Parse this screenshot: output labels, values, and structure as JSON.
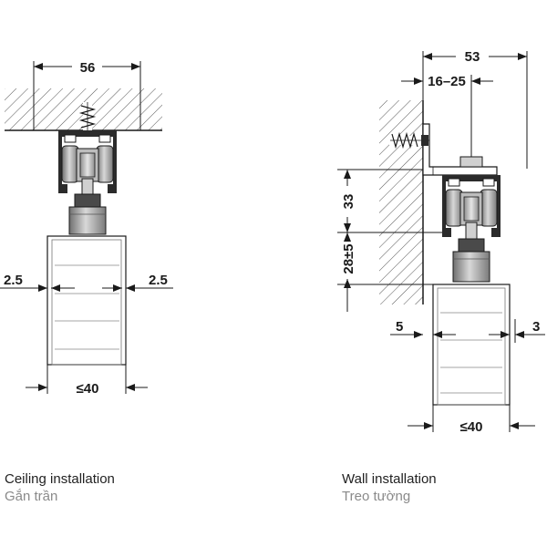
{
  "ceiling": {
    "dim_width": "56",
    "dim_gap_left": "2.5",
    "dim_gap_right": "2.5",
    "dim_door": "≤40",
    "caption_en": "Ceiling installation",
    "caption_vi": "Gắn trần"
  },
  "wall": {
    "dim_total": "53",
    "dim_offset": "16–25",
    "dim_upper": "33",
    "dim_lower": "28±5",
    "dim_gap_left": "5",
    "dim_gap_right": "3",
    "dim_door": "≤40",
    "caption_en": "Wall installation",
    "caption_vi": "Treo tường"
  },
  "colors": {
    "line": "#1a1a1a",
    "hatch": "#555555",
    "profile_dark": "#2b2b2b",
    "roller_grey": "#9a9a9a",
    "caption_primary": "#222222",
    "caption_secondary": "#8a8a8a"
  }
}
